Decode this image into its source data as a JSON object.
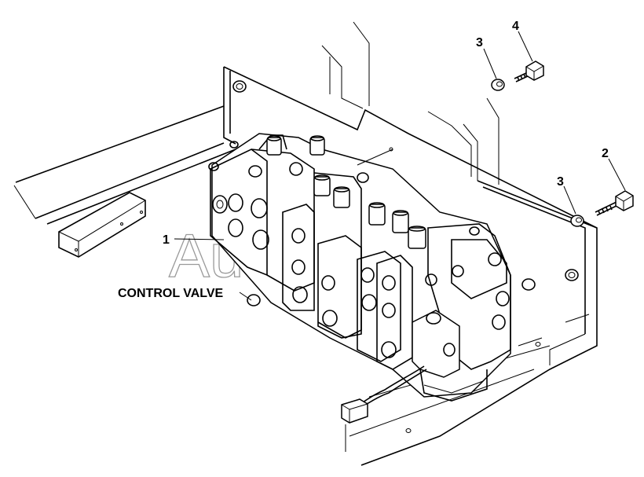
{
  "callouts": {
    "control_valve_number": "1",
    "bolt_long_number": "2",
    "washer_lower_number": "3",
    "washer_upper_number": "3",
    "bolt_short_number": "4"
  },
  "caption": "CONTROL VALVE",
  "watermark": "AutoSoft"
}
